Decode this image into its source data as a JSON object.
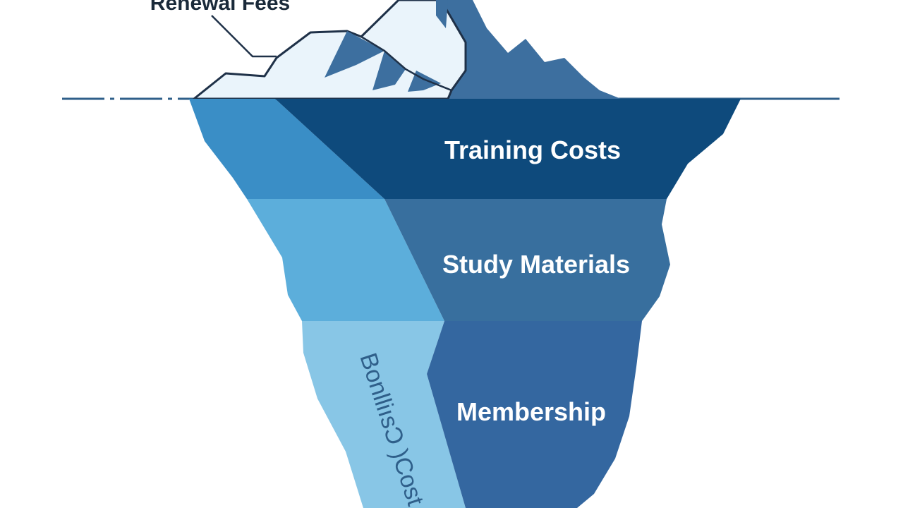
{
  "labels": {
    "top": "Renewal Fees",
    "layer1": "Training Costs",
    "layer2": "Study Materials",
    "layer3": "Membership",
    "side": "BonlliısƆ )Cost"
  },
  "colors": {
    "background": "#ffffff",
    "ice_top_light": "#eaf4fb",
    "ice_top_dark": "#3d6f9f",
    "ice_outline": "#1f3148",
    "water_line": "#2f5f8a",
    "layer1_dark": "#0e4a7c",
    "layer1_light": "#3a8ec6",
    "layer2_dark": "#386f9e",
    "layer2_light": "#5caedb",
    "layer3_dark": "#3467a0",
    "layer3_light": "#88c6e6",
    "label_white": "#ffffff",
    "label_dark": "#1a2a3a",
    "side_label": "#2f5f8a"
  }
}
